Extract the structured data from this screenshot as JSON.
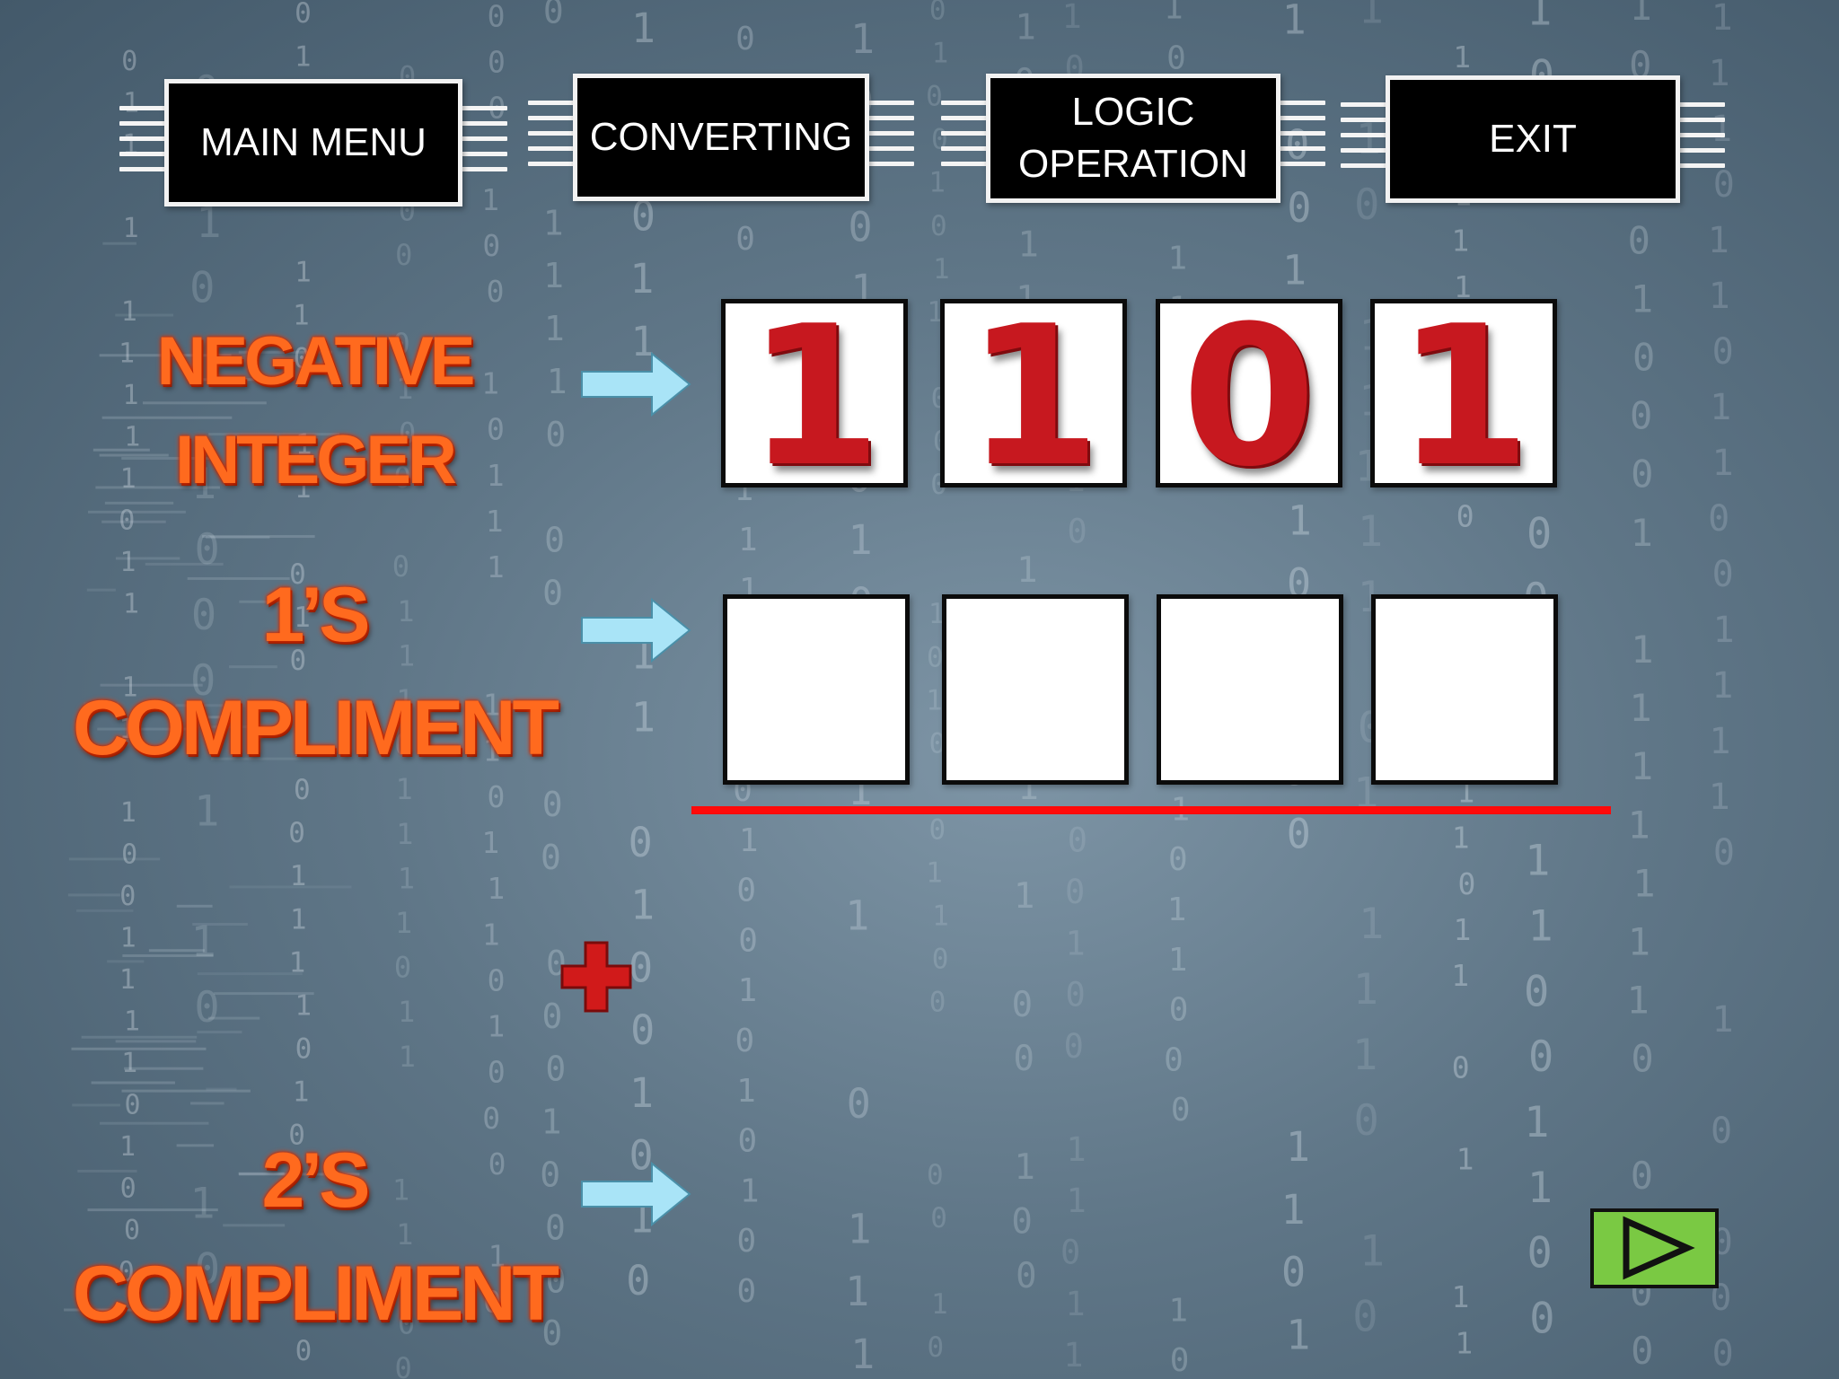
{
  "nav": {
    "main_menu": "MAIN MENU",
    "converting": "CONVERTING",
    "logic_operation": "LOGIC OPERATION",
    "exit": "EXIT"
  },
  "labels": {
    "negative_integer": [
      "NEGATIVE",
      "INTEGER"
    ],
    "ones_complement": [
      "1’S",
      "COMPLIMENT"
    ],
    "twos_complement": [
      "2’S",
      "COMPLIMENT"
    ]
  },
  "negative_integer_bits": [
    "1",
    "1",
    "0",
    "1"
  ],
  "ones_complement_bits": [
    "",
    "",
    "",
    ""
  ],
  "plus_sign": "+",
  "colors": {
    "label_orange": "#ff6a1e",
    "digit_red": "#c7181f",
    "arrow_fill": "#a9e4f7",
    "divider_red": "#ff0a0a",
    "next_button_green": "#7ac943",
    "plus_red": "#d11a1a"
  },
  "icons": {
    "arrow": "arrow-right-icon",
    "plus": "plus-icon",
    "next": "play-triangle-icon"
  }
}
